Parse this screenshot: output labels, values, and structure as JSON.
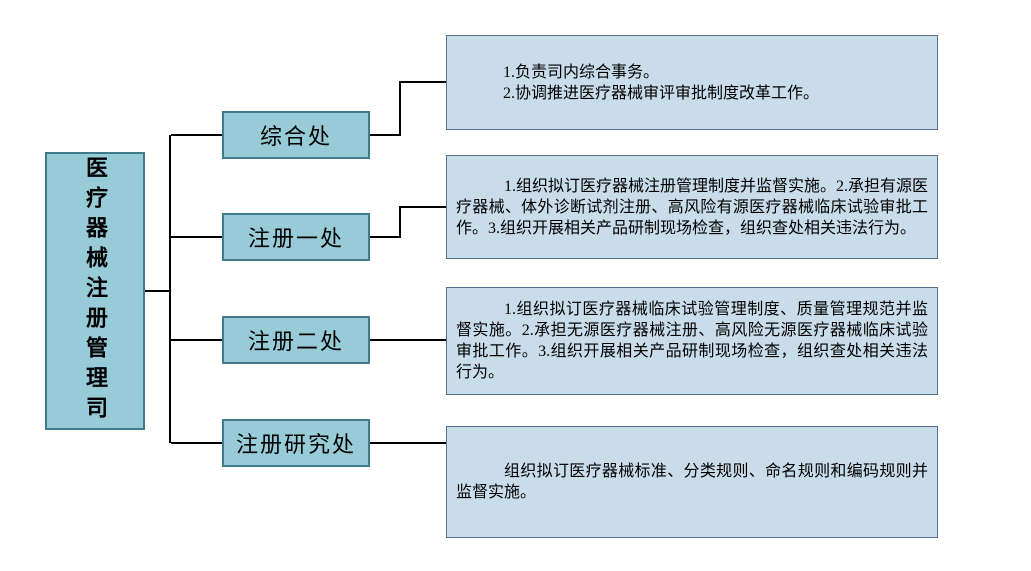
{
  "page": {
    "background": "#ffffff"
  },
  "colors": {
    "node_fill": "#96CBD7",
    "node_border": "#3E7C8C",
    "desc_fill": "#C9DCEA",
    "desc_border": "#54708E",
    "connector": "#000000",
    "text": "#000000"
  },
  "root": {
    "label": "医疗器械注册管理司"
  },
  "branches": [
    {
      "label": "综合处",
      "desc": "1.负责司内综合事务。\n2.协调推进医疗器械审评审批制度改革工作。"
    },
    {
      "label": "注册一处",
      "desc": "1.组织拟订医疗器械注册管理制度并监督实施。2.承担有源医疗器械、体外诊断试剂注册、高风险有源医疗器械临床试验审批工作。3.组织开展相关产品研制现场检查，组织查处相关违法行为。"
    },
    {
      "label": "注册二处",
      "desc": "1.组织拟订医疗器械临床试验管理制度、质量管理规范并监督实施。2.承担无源医疗器械注册、高风险无源医疗器械临床试验审批工作。3.组织开展相关产品研制现场检查，组织查处相关违法行为。"
    },
    {
      "label": "注册研究处",
      "desc": "组织拟订医疗器械标准、分类规则、命名规则和编码规则并监督实施。"
    }
  ]
}
